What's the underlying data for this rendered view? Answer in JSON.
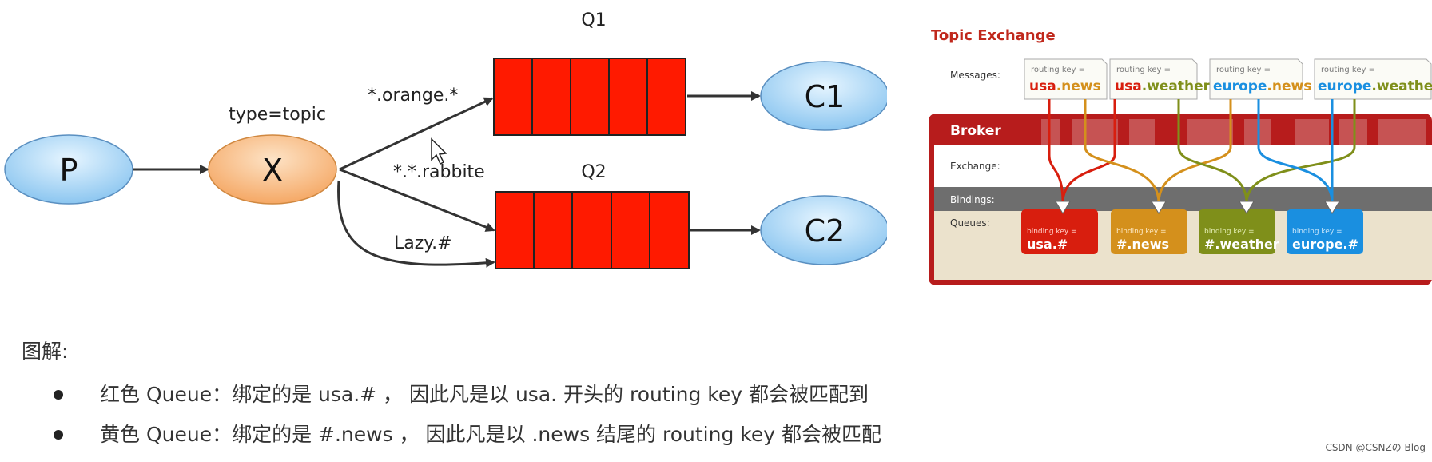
{
  "left_diagram": {
    "producer": "P",
    "exchange": "X",
    "exchange_type": "type=topic",
    "queue1": "Q1",
    "queue2": "Q2",
    "consumer1": "C1",
    "consumer2": "C2",
    "binding1": "*.orange.*",
    "binding2": "*.*.rabbite",
    "binding3": "Lazy.#"
  },
  "topic_exchange": {
    "title": "Topic Exchange",
    "messages_label": "Messages:",
    "broker_label": "Broker",
    "exchange_label": "Exchange:",
    "bindings_label": "Bindings:",
    "queues_label": "Queues:",
    "routing_key_prefix": "routing key =",
    "messages": [
      {
        "part1": "usa",
        "part2": ".news"
      },
      {
        "part1": "usa",
        "part2": ".weather"
      },
      {
        "part1": "europe",
        "part2": ".news"
      },
      {
        "part1": "europe",
        "part2": ".weather"
      }
    ],
    "binding_key_prefix": "binding key =",
    "queues": [
      {
        "key": "usa.#",
        "color": "#d81e0e"
      },
      {
        "key": "#.news",
        "color": "#d4901c"
      },
      {
        "key": "#.weather",
        "color": "#7f8f1a"
      },
      {
        "key": "europe.#",
        "color": "#1a8fe0"
      }
    ],
    "colors": {
      "usa": "#d81e0e",
      "europe": "#1a8fe0",
      "news": "#d4901c",
      "weather": "#7f8f1a",
      "broker": "#b71c1c"
    }
  },
  "caption": "图解:",
  "bullets": [
    "红色 Queue：绑定的是 usa.# ， 因此凡是以 usa. 开头的 routing key 都会被匹配到",
    "黄色 Queue：绑定的是 #.news ， 因此凡是以 .news 结尾的 routing key 都会被匹配"
  ],
  "watermark": "CSDN @CSNZの Blog"
}
